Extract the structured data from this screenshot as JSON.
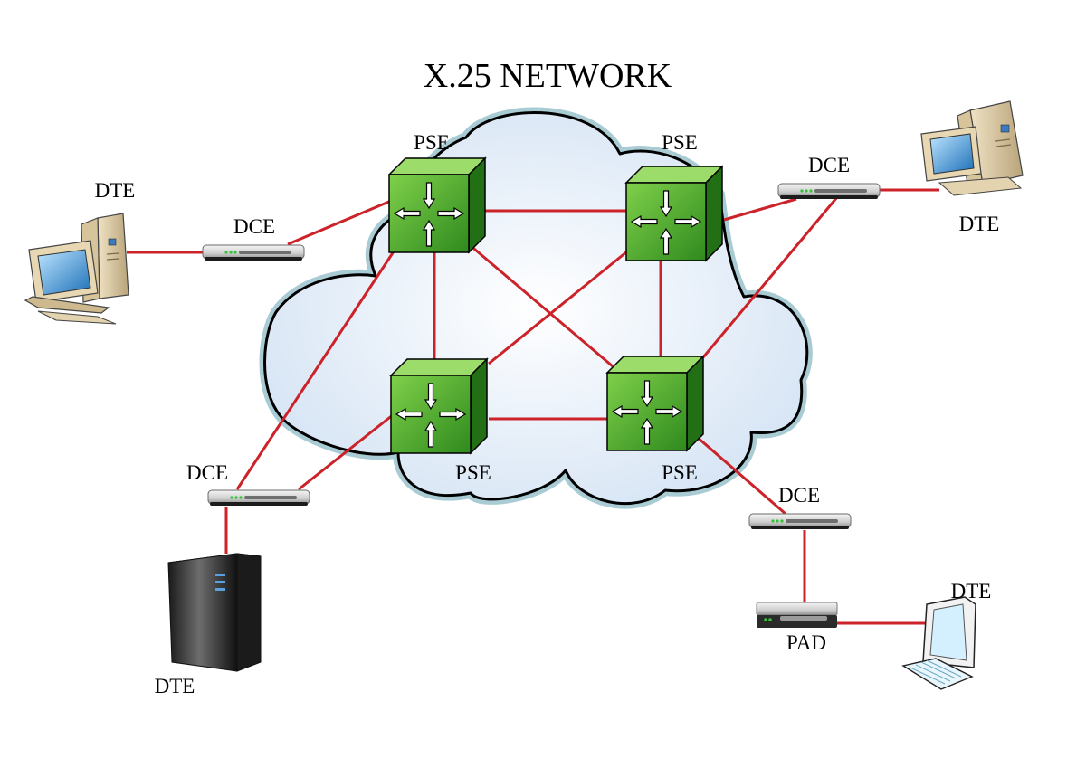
{
  "title": "X.25 NETWORK",
  "labels": {
    "pse": "PSE",
    "dce": "DCE",
    "dte": "DTE",
    "pad": "PAD"
  },
  "colors": {
    "link": "#cc2229",
    "cloud_fill": "#e3edf8",
    "cloud_outline": "#000000",
    "cloud_halo": "#a9cbd4",
    "switch_front": "#3f9c2a",
    "switch_side": "#1f6d14",
    "switch_top": "#8fd060"
  },
  "icons": {
    "switch": "packet-switch-arrows-icon",
    "modem": "modem-icon",
    "desktop": "desktop-computer-icon",
    "server": "tower-server-icon",
    "terminal": "terminal-icon",
    "pad": "pad-device-icon"
  }
}
